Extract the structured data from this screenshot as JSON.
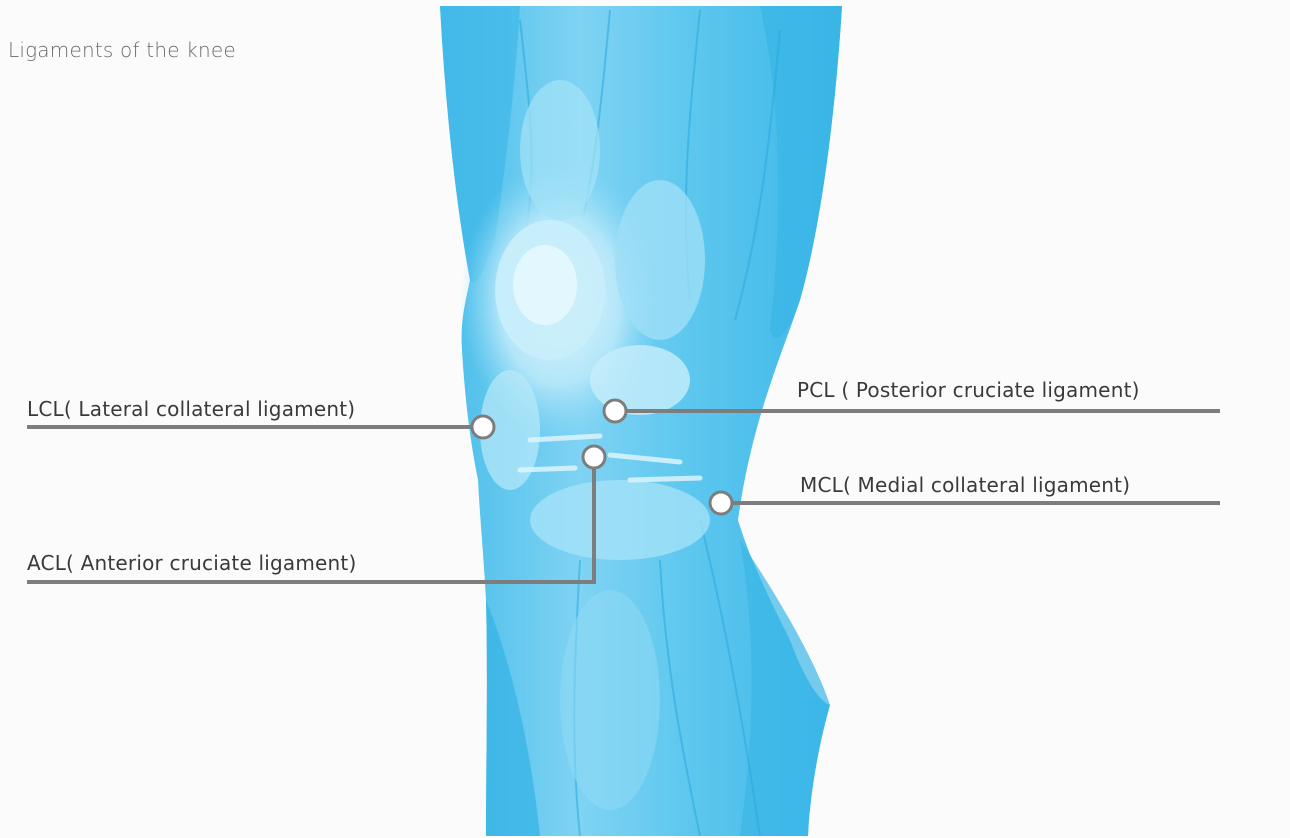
{
  "title": "Ligaments of the knee",
  "labels": {
    "lcl": "LCL( Lateral collateral ligament)",
    "acl": "ACL( Anterior cruciate ligament)",
    "pcl": "PCL ( Posterior cruciate ligament)",
    "mcl": "MCL( Medial collateral ligament)"
  },
  "colors": {
    "background": "#fbfbfc",
    "skin_base": "#5ec7ee",
    "skin_light": "#a9e4f8",
    "skin_highlight": "#d6f3fc",
    "skin_dark": "#2fb3e6",
    "leader_line": "#7d7d7d",
    "marker_fill": "#ffffff",
    "text": "#3a3a3a"
  }
}
